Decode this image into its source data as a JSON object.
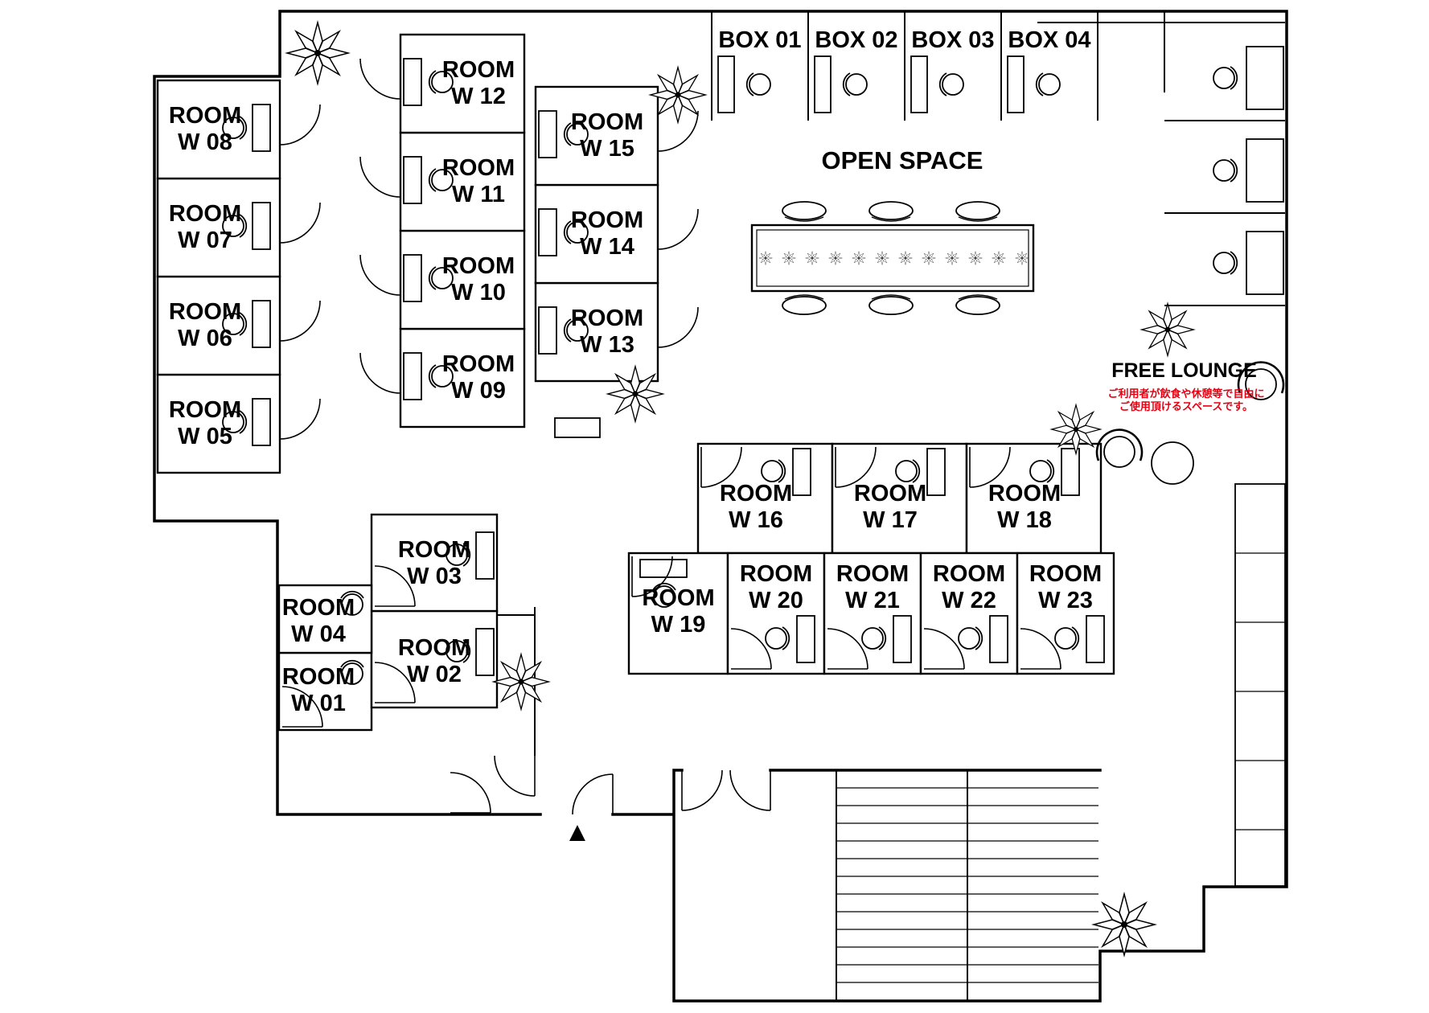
{
  "plan": {
    "open_space_label": "OPEN SPACE",
    "free_lounge_label": "FREE LOUNGE",
    "free_lounge_note1": "ご利用者が飲食や休憩等で自由に",
    "free_lounge_note2": "ご使用頂けるスペースです。",
    "entrance_marker": "▲"
  },
  "boxes": [
    {
      "label": "BOX 01"
    },
    {
      "label": "BOX 02"
    },
    {
      "label": "BOX 03"
    },
    {
      "label": "BOX 04"
    }
  ],
  "rooms": [
    {
      "name": "ROOM",
      "number": "W 01"
    },
    {
      "name": "ROOM",
      "number": "W 02"
    },
    {
      "name": "ROOM",
      "number": "W 03"
    },
    {
      "name": "ROOM",
      "number": "W 04"
    },
    {
      "name": "ROOM",
      "number": "W 05"
    },
    {
      "name": "ROOM",
      "number": "W 06"
    },
    {
      "name": "ROOM",
      "number": "W 07"
    },
    {
      "name": "ROOM",
      "number": "W 08"
    },
    {
      "name": "ROOM",
      "number": "W 09"
    },
    {
      "name": "ROOM",
      "number": "W 10"
    },
    {
      "name": "ROOM",
      "number": "W 11"
    },
    {
      "name": "ROOM",
      "number": "W 12"
    },
    {
      "name": "ROOM",
      "number": "W 13"
    },
    {
      "name": "ROOM",
      "number": "W 14"
    },
    {
      "name": "ROOM",
      "number": "W 15"
    },
    {
      "name": "ROOM",
      "number": "W 16"
    },
    {
      "name": "ROOM",
      "number": "W 17"
    },
    {
      "name": "ROOM",
      "number": "W 18"
    },
    {
      "name": "ROOM",
      "number": "W 19"
    },
    {
      "name": "ROOM",
      "number": "W 20"
    },
    {
      "name": "ROOM",
      "number": "W 21"
    },
    {
      "name": "ROOM",
      "number": "W 22"
    },
    {
      "name": "ROOM",
      "number": "W 23"
    }
  ],
  "colors": {
    "line": "#000000",
    "note_red": "#e60012"
  }
}
